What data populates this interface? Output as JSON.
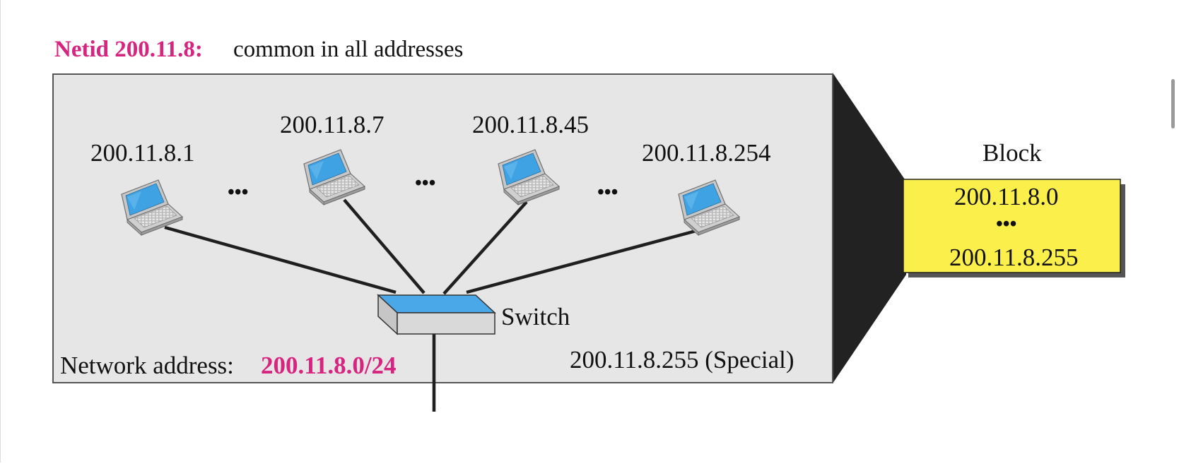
{
  "netid": {
    "label": "Netid 200.11.8:",
    "description": "common in all addresses"
  },
  "network_address": {
    "label": "Network address:",
    "value": "200.11.8.0/24"
  },
  "hosts": [
    {
      "address": "200.11.8.1"
    },
    {
      "address": "200.11.8.7"
    },
    {
      "address": "200.11.8.45"
    },
    {
      "address": "200.11.8.254"
    }
  ],
  "ellipsis": "•••",
  "switch_label": "Switch",
  "special_address": "200.11.8.255 (Special)",
  "block": {
    "title": "Block",
    "first": "200.11.8.0",
    "ellipsis": "•••",
    "last": "200.11.8.255"
  },
  "colors": {
    "accent_magenta": "#d6247f",
    "network_bg": "#e6e6e6",
    "block_fill": "#fbf04b",
    "laptop_screen": "#3fa3e3",
    "switch_top": "#4aa8e8",
    "switch_body": "#d9d9d9",
    "funnel": "#222222"
  },
  "icons": {
    "host": "laptop-icon",
    "switch": "switch-icon"
  }
}
